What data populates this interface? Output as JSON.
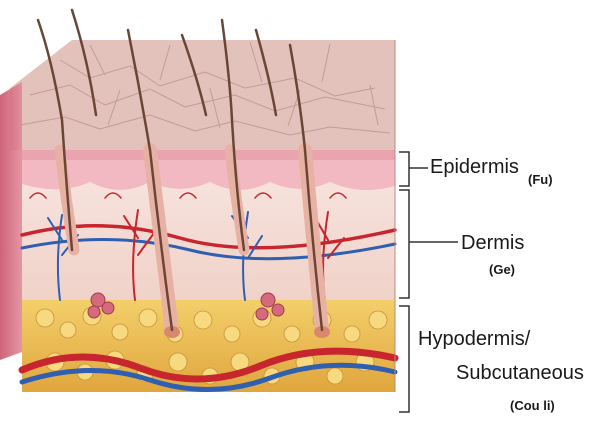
{
  "layers": [
    {
      "key": "epidermis",
      "label": "Epidermis",
      "note": "(Fu)"
    },
    {
      "key": "dermis",
      "label": "Dermis",
      "note": "(Ge)"
    },
    {
      "key": "hypodermis",
      "label": "Hypodermis/",
      "label2": "Subcutaneous",
      "note": "(Cou li)"
    }
  ],
  "colors": {
    "surface": "#e3c2bc",
    "epidermis": "#f2b9c2",
    "dermis": "#f4dcd6",
    "hypodermis": "#eec25a",
    "hair": "#6b4636",
    "artery": "#c8262e",
    "vein": "#2f5fb0",
    "leader": "#333333"
  }
}
